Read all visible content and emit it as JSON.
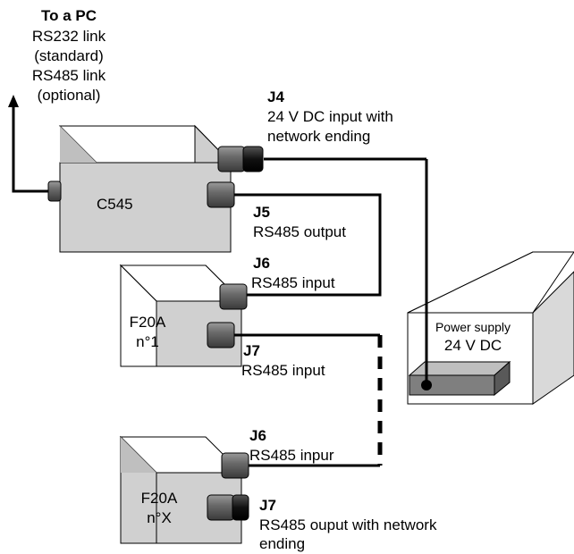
{
  "pc": {
    "title": "To a PC",
    "line1": "RS232  link",
    "line2": "(standard)",
    "line3": "RS485 link",
    "line4": "(optional)"
  },
  "c545": {
    "label": "C545"
  },
  "j4": {
    "id": "J4",
    "line1": "24 V DC input with",
    "line2": "network ending"
  },
  "j5": {
    "id": "J5",
    "desc": "RS485 output"
  },
  "f20a_1": {
    "name": "F20A",
    "number": "n°1"
  },
  "j6_1": {
    "id": "J6",
    "desc": "RS485 input"
  },
  "j7_1": {
    "id": "J7",
    "desc": "RS485 input"
  },
  "power_supply": {
    "line1": "Power supply",
    "line2": "24 V DC"
  },
  "f20a_x": {
    "name": "F20A",
    "number": "n°X"
  },
  "j6_x": {
    "id": "J6",
    "desc": "RS485 inpur"
  },
  "j7_x": {
    "id": "J7",
    "line1": "RS485 ouput with network",
    "line2": "ending"
  }
}
